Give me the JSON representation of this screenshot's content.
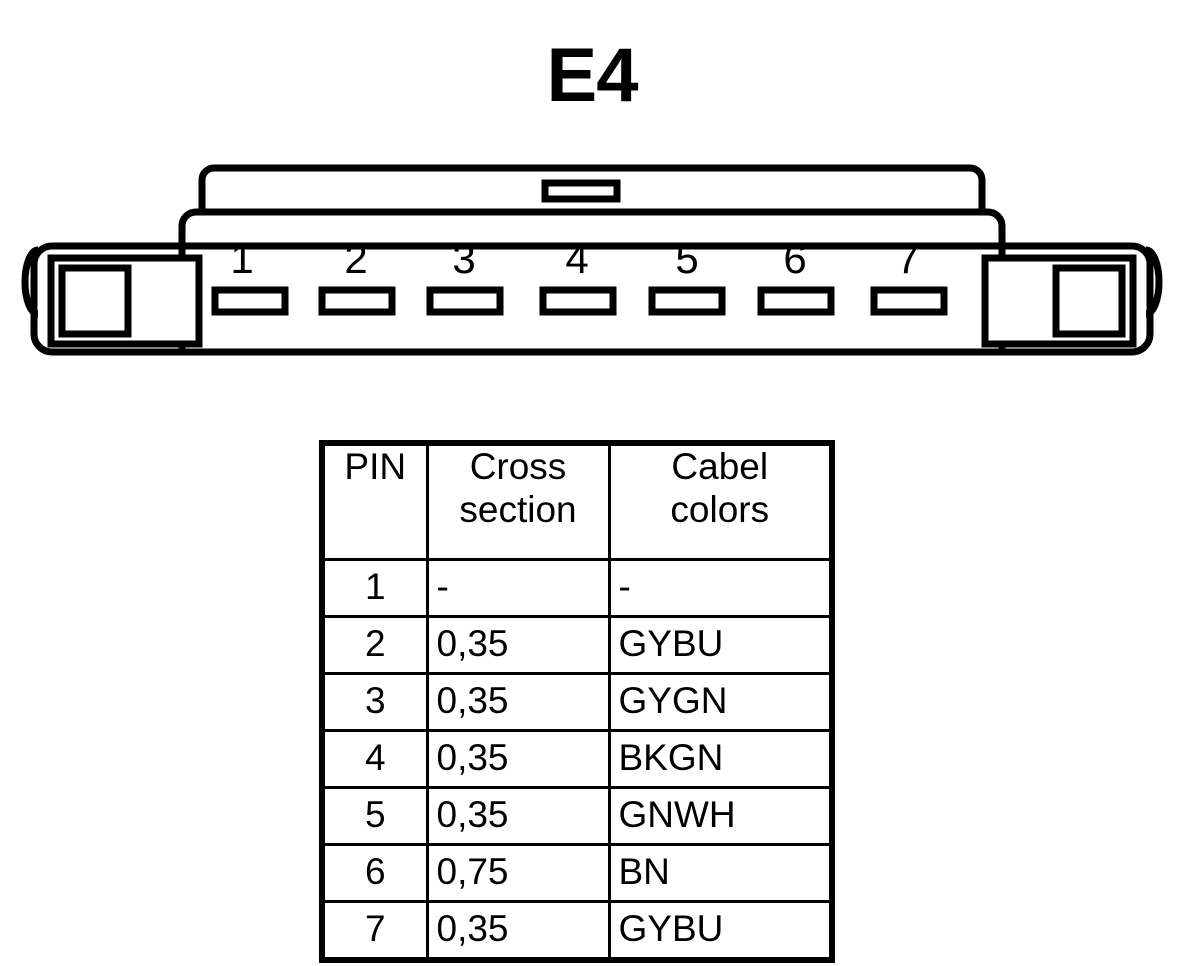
{
  "title": "E4",
  "connector": {
    "name": "7-way-connector-front-view",
    "pin_count": 7,
    "pin_labels": [
      "1",
      "2",
      "3",
      "4",
      "5",
      "6",
      "7"
    ],
    "latch_name": "top-latch-slot",
    "left_ear_name": "left-locking-ear",
    "right_ear_name": "right-locking-ear",
    "outline_color": "#000000",
    "fill_color": "#ffffff"
  },
  "table": {
    "headers": [
      "PIN",
      "Cross\nsection",
      "Cabel\ncolors"
    ],
    "rows": [
      {
        "pin": "1",
        "cross_section": "-",
        "cable_colors": "-"
      },
      {
        "pin": "2",
        "cross_section": "0,35",
        "cable_colors": "GYBU"
      },
      {
        "pin": "3",
        "cross_section": "0,35",
        "cable_colors": "GYGN"
      },
      {
        "pin": "4",
        "cross_section": "0,35",
        "cable_colors": "BKGN"
      },
      {
        "pin": "5",
        "cross_section": "0,35",
        "cable_colors": "GNWH"
      },
      {
        "pin": "6",
        "cross_section": "0,75",
        "cable_colors": "BN"
      },
      {
        "pin": "7",
        "cross_section": "0,35",
        "cable_colors": "GYBU"
      }
    ]
  }
}
